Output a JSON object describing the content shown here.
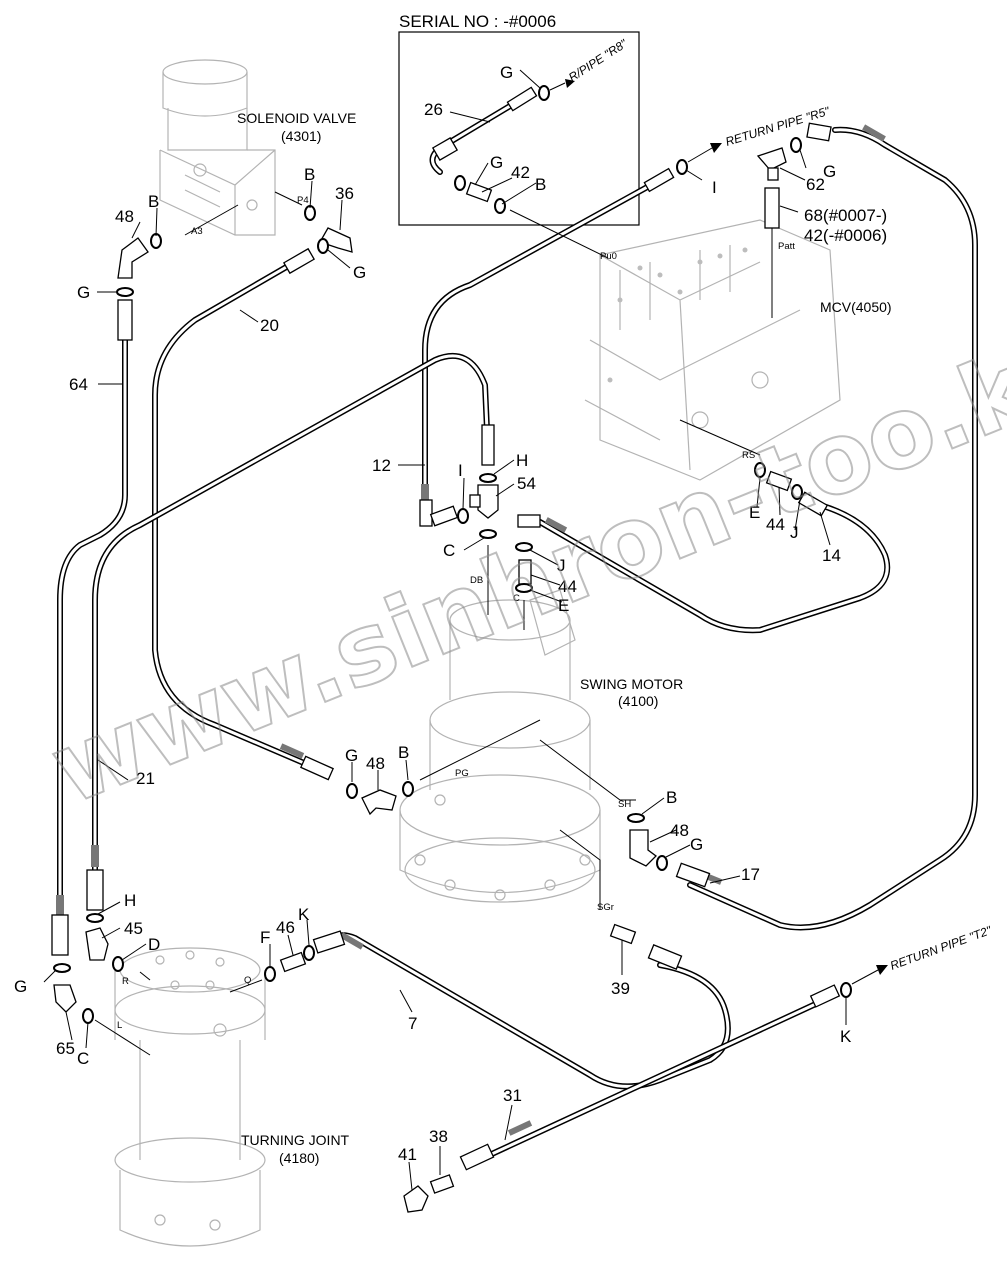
{
  "header": {
    "serial": "SERIAL NO : -#0006"
  },
  "components": {
    "solenoid_name": "SOLENOID VALVE",
    "solenoid_code": "(4301)",
    "mcv": "MCV(4050)",
    "swing_name": "SWING MOTOR",
    "swing_code": "(4100)",
    "tj_name": "TURNING JOINT",
    "tj_code": "(4180)"
  },
  "returns": {
    "r8": "R/PIPE \"R8\"",
    "r5": "RETURN PIPE \"R5\"",
    "t2": "RETURN PIPE \"T2\""
  },
  "ports": {
    "a3": "A3",
    "p4": "P4",
    "pu0": "Pu0",
    "patt": "Patt",
    "rs": "RS",
    "db": "DB",
    "c": "C",
    "pg": "PG",
    "sh": "SH",
    "sgr": "SGr",
    "r": "R",
    "l": "L",
    "q": "Q"
  },
  "labels": {
    "p26": "26",
    "g_top": "G",
    "g2": "G",
    "p42a": "42",
    "b_top": "B",
    "i_top": "I",
    "g_r5": "G",
    "p62": "62",
    "p68": "68(#0007-)",
    "p42b": "42(-#0006)",
    "p48a": "48",
    "b_a3": "B",
    "b_p4": "B",
    "p36": "36",
    "g_36": "G",
    "g_left": "G",
    "p20": "20",
    "p64": "64",
    "p12": "12",
    "i_mid": "I",
    "h_mid": "H",
    "p54": "54",
    "c_mid": "C",
    "j_mid": "J",
    "p44a": "44",
    "e_mid": "E",
    "e_rs": "E",
    "p44b": "44",
    "j_rs": "J",
    "p14": "14",
    "p21": "21",
    "g_pg": "G",
    "p48b": "48",
    "b_pg": "B",
    "b_sh": "B",
    "p48c": "48",
    "g_sh": "G",
    "p17": "17",
    "h_tj": "H",
    "p45": "45",
    "d_tj": "D",
    "g_tj": "G",
    "p65": "65",
    "c_tj": "C",
    "f_tj": "F",
    "p46": "46",
    "k_tj": "K",
    "p7": "7",
    "p39": "39",
    "k_t2": "K",
    "p31": "31",
    "p41": "41",
    "p38": "38"
  },
  "watermark": "www.sinhron-too.kz"
}
